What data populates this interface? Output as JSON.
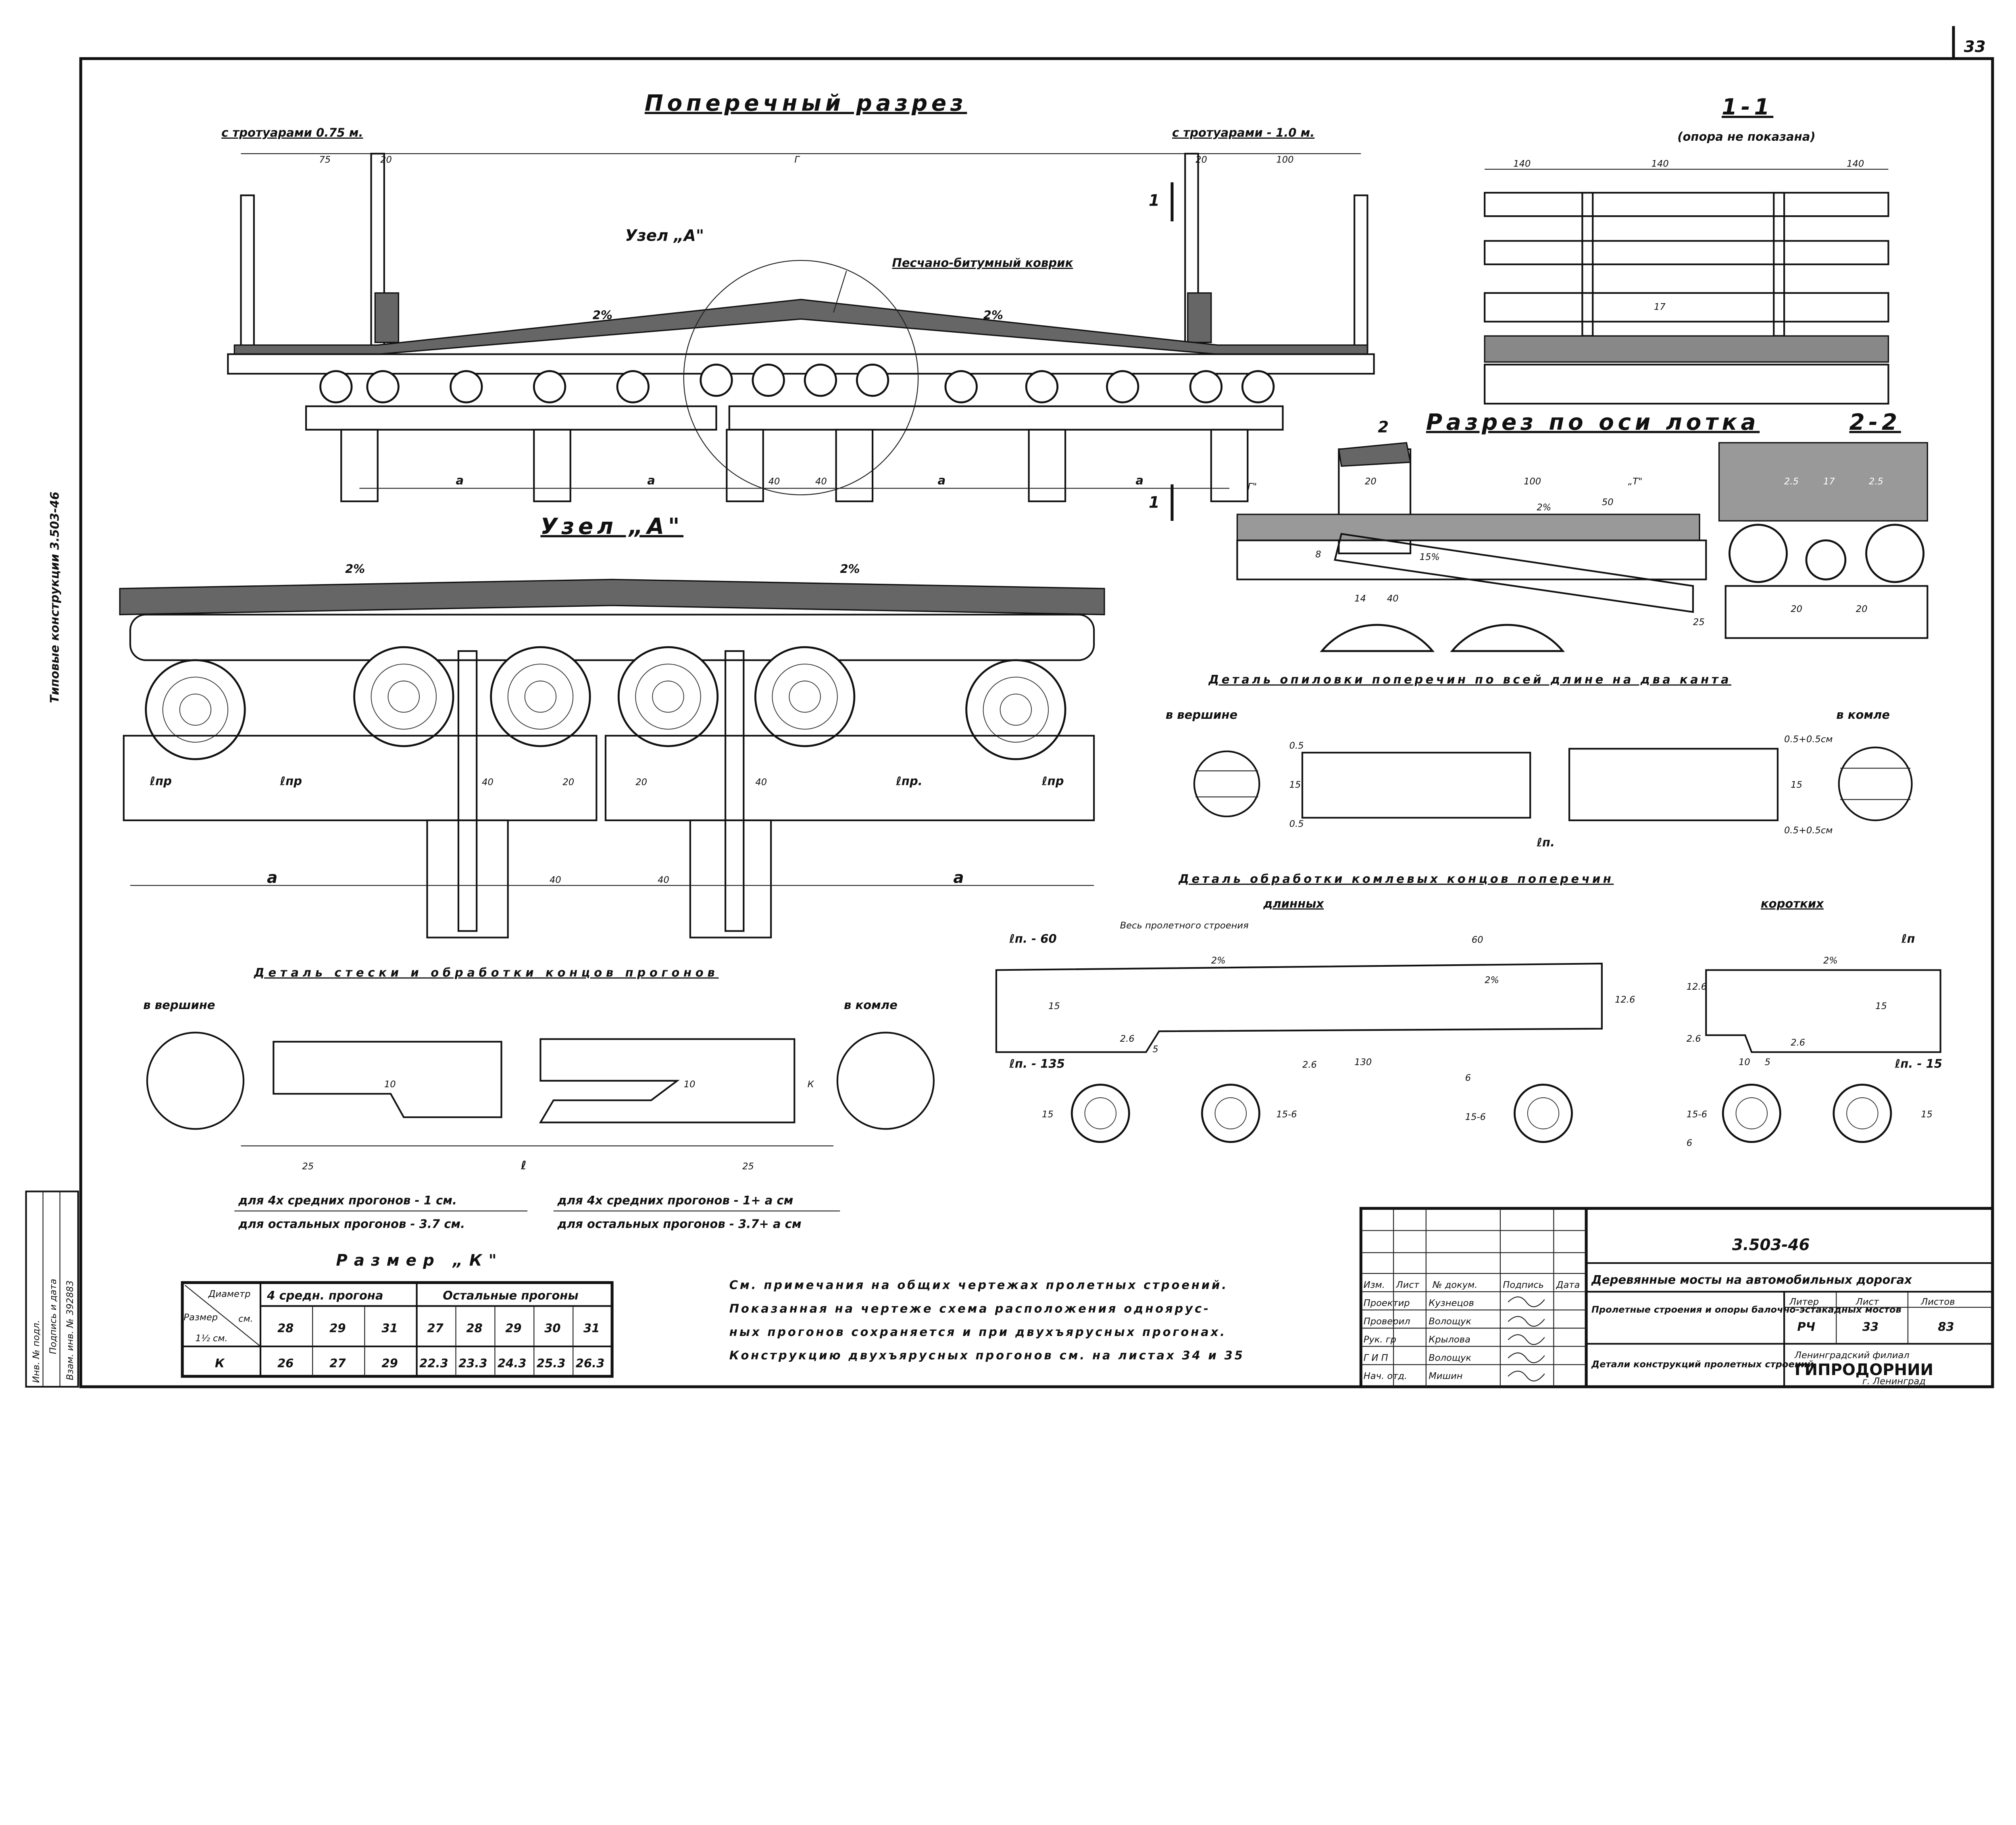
{
  "sheet_number": "33",
  "cross_section": {
    "title": "Поперечный разрез",
    "left_label": "с тротуарами 0.75 м.",
    "right_label": "с тротуарами - 1.0 м.",
    "dims_top": [
      "75",
      "20",
      "Г",
      "20",
      "100"
    ],
    "node_label": "Узел „А\"",
    "coating_label": "Песчано-битумный коврик",
    "slope": "2%",
    "spacing_label": "а",
    "center_dims": [
      "40",
      "40"
    ],
    "section_mark": "1"
  },
  "section_1_1": {
    "title": "1-1",
    "subtitle": "(опора не показана)",
    "dims": [
      "140",
      "140",
      "140"
    ],
    "inner_dim": "17"
  },
  "trough_section": {
    "title": "Разрез по оси лотка",
    "mark": "2",
    "dims": [
      "100",
      "20",
      "2%",
      "50",
      "15%",
      "25",
      "14",
      "40",
      "8",
      "„Т\"",
      "Г\""
    ]
  },
  "section_2_2": {
    "title": "2-2",
    "dims": [
      "2.5",
      "17",
      "2.5",
      "20",
      "20"
    ]
  },
  "node_a": {
    "title": "Узел „А\"",
    "slope": "2%",
    "labels": [
      "ℓпр",
      "ℓпр",
      "40",
      "20",
      "20",
      "40",
      "ℓпр.",
      "ℓпр"
    ],
    "bottom": [
      "а",
      "40",
      "40",
      "а"
    ]
  },
  "crossbeam_sawing": {
    "title": "Деталь опиловки поперечин по всей длине на два канта",
    "top_label": "в вершине",
    "butt_label": "в комле",
    "dims": [
      "0.5",
      "15",
      "0.5",
      "ℓп.",
      "0.5+0.5см",
      "15",
      "0.5+0.5см"
    ]
  },
  "crossbeam_butt": {
    "title": "Деталь обработки комлевых концов поперечин",
    "long_label": "длинных",
    "short_label": "коротких",
    "span_note": "Весь пролетного строения",
    "long_dims": [
      "ℓп. - 60",
      "60",
      "2%",
      "2%",
      "15",
      "12.6",
      "2.6",
      "5",
      "ℓп. - 135",
      "130",
      "15",
      "15-6",
      "6",
      "15-6",
      "2.6"
    ],
    "short_dims": [
      "ℓп",
      "2%",
      "12.6",
      "15",
      "2.6",
      "10",
      "5",
      "2.6",
      "ℓп. - 15",
      "6",
      "15-6",
      "15"
    ]
  },
  "beam_end": {
    "title": "Деталь стески и обработки концов прогонов",
    "top_label": "в вершине",
    "butt_label": "в комле",
    "dims": [
      "10",
      "25",
      "ℓ",
      "10",
      "25",
      "К"
    ],
    "notes_left": [
      "для 4х средних прогонов - 1 см.",
      "для остальных прогонов - 3.7 см."
    ],
    "notes_right": [
      "для 4х средних прогонов - 1+ a см",
      "для остальных прогонов - 3.7+ a см"
    ]
  },
  "k_table": {
    "title": "Размер „К\"",
    "corner": {
      "diameter": "Диаметр",
      "unit_top": "см.",
      "size": "Размер",
      "unit_bottom": "1½ см."
    },
    "groups": [
      "4 средн. прогона",
      "Остальные прогоны"
    ],
    "diameters": [
      "28",
      "29",
      "31",
      "27",
      "28",
      "29",
      "30",
      "31"
    ],
    "row_label": "К",
    "values": [
      "26",
      "27",
      "29",
      "22.3",
      "23.3",
      "24.3",
      "25.3",
      "26.3"
    ]
  },
  "notes": [
    "См. примечания на общих чертежах пролетных строений.",
    "Показанная на чертеже схема расположения одноярус-",
    "ных прогонов сохраняется и при двухъярусных прогонах.",
    "Конструкцию двухъярусных прогонов см. на листах 34 и 35"
  ],
  "title_block": {
    "code": "3.503-46",
    "project": "Деревянные мосты на автомобильных дорогах",
    "headers": [
      "Изм.",
      "Лист",
      "№ докум.",
      "Подпись",
      "Дата"
    ],
    "staff": [
      {
        "role": "Проектир",
        "name": "Кузнецов"
      },
      {
        "role": "Проверил",
        "name": "Волощук"
      },
      {
        "role": "Рук. гр",
        "name": "Крылова"
      },
      {
        "role": "Г И П",
        "name": "Волощук"
      },
      {
        "role": "Нач. отд.",
        "name": "Мишин"
      }
    ],
    "subject": "Пролетные строения и опоры балочно-эстакадных мостов",
    "sheet_title": "Детали конструкций пролетных строений",
    "stage_label": "Литер",
    "sheet_label": "Лист",
    "sheets_label": "Листов",
    "stage": "РЧ",
    "sheet": "33",
    "sheets": "83",
    "org_line1": "Ленинградский филиал",
    "org_name": "ГИПРОДОРНИИ",
    "org_city": "г. Ленинград"
  },
  "margin_text": "Типовые конструкции  3.503-46",
  "stamp": {
    "labels": [
      "Инв. № подл.",
      "Подпись и дата",
      "Взам. инв. №"
    ],
    "number": "392883"
  }
}
